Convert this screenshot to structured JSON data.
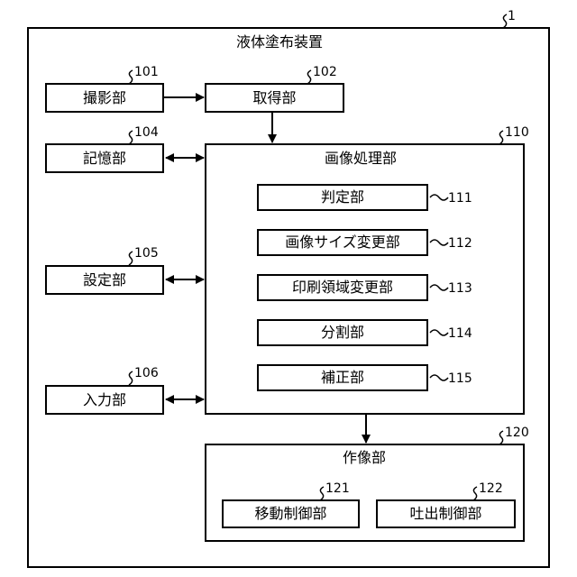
{
  "diagram": {
    "outer": {
      "label": "液体塗布装置",
      "ref": "1"
    },
    "imaging": {
      "label": "撮影部",
      "ref": "101"
    },
    "acquisition": {
      "label": "取得部",
      "ref": "102"
    },
    "storage": {
      "label": "記憶部",
      "ref": "104"
    },
    "setting": {
      "label": "設定部",
      "ref": "105"
    },
    "input": {
      "label": "入力部",
      "ref": "106"
    },
    "image_processing": {
      "label": "画像処理部",
      "ref": "110",
      "children": [
        {
          "label": "判定部",
          "ref": "111"
        },
        {
          "label": "画像サイズ変更部",
          "ref": "112"
        },
        {
          "label": "印刷領域変更部",
          "ref": "113"
        },
        {
          "label": "分割部",
          "ref": "114"
        },
        {
          "label": "補正部",
          "ref": "115"
        }
      ]
    },
    "image_forming": {
      "label": "作像部",
      "ref": "120",
      "children": [
        {
          "label": "移動制御部",
          "ref": "121"
        },
        {
          "label": "吐出制御部",
          "ref": "122"
        }
      ]
    }
  }
}
